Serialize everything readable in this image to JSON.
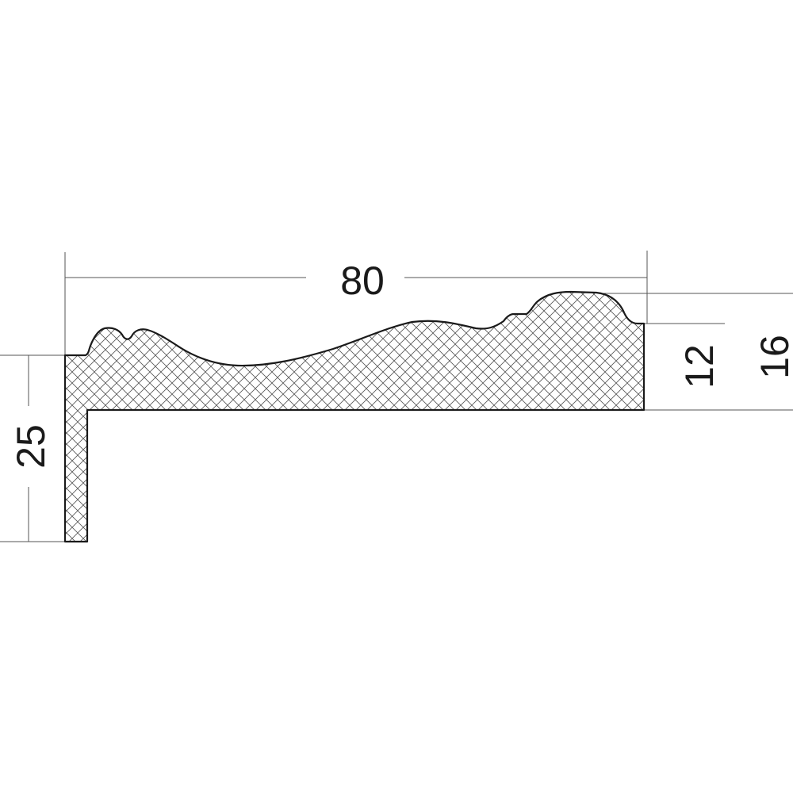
{
  "drawing": {
    "dimensions": {
      "overall_width": "80",
      "inner_height": "12",
      "outer_height": "16",
      "leg_height": "25"
    },
    "colors": {
      "line": "#1a1a1a",
      "hatch": "#555555",
      "background": "#ffffff"
    }
  }
}
